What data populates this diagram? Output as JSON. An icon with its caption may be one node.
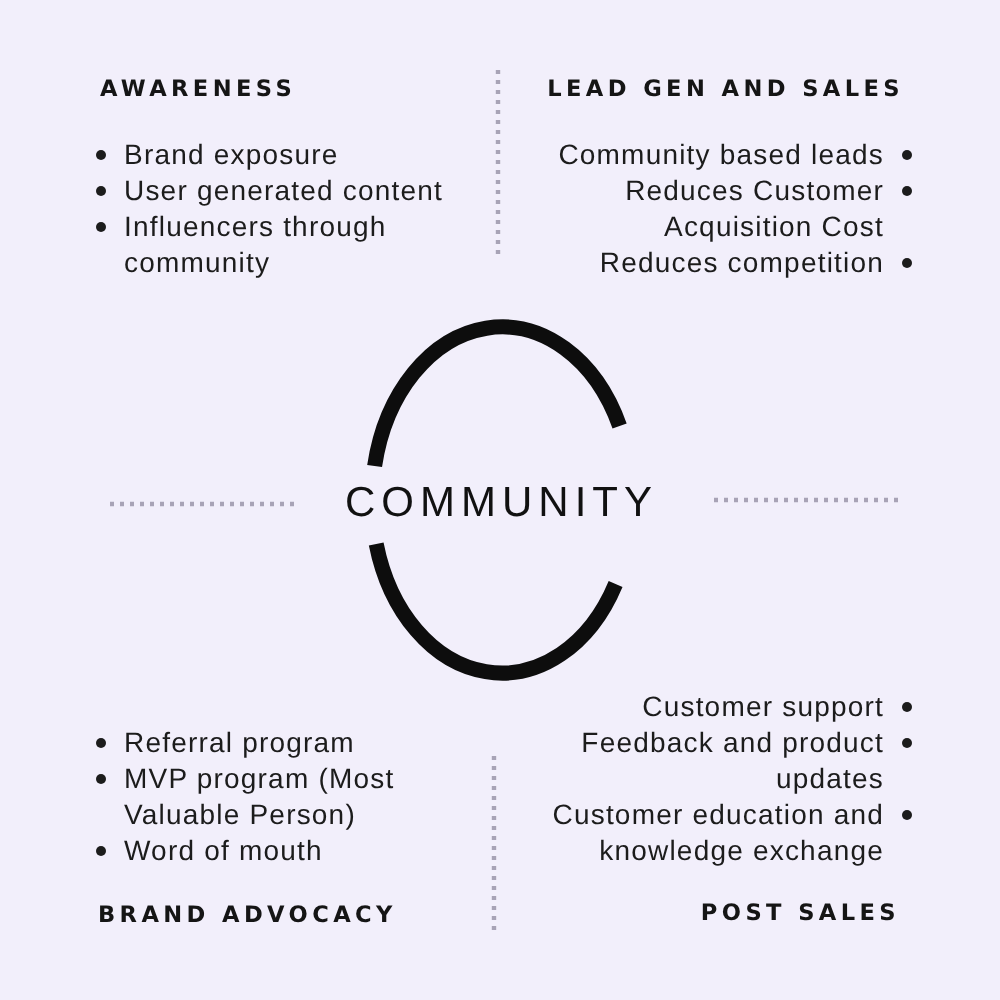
{
  "diagram": {
    "labels": [
      "AWARENESS",
      "Brand exposure",
      "User generated content",
      "Influencers through community",
      "LEAD GEN AND SALES",
      "Community based leads",
      "Reduces Customer Acquisition Cost",
      "Reduces competition",
      "COMMUNITY",
      "Referral program",
      "MVP program (Most Valuable Person)",
      "Word of mouth",
      "BRAND ADVOCACY",
      "Customer support",
      "Feedback and product updates",
      "Customer education and knowledge exchange",
      "POST SALES"
    ]
  }
}
